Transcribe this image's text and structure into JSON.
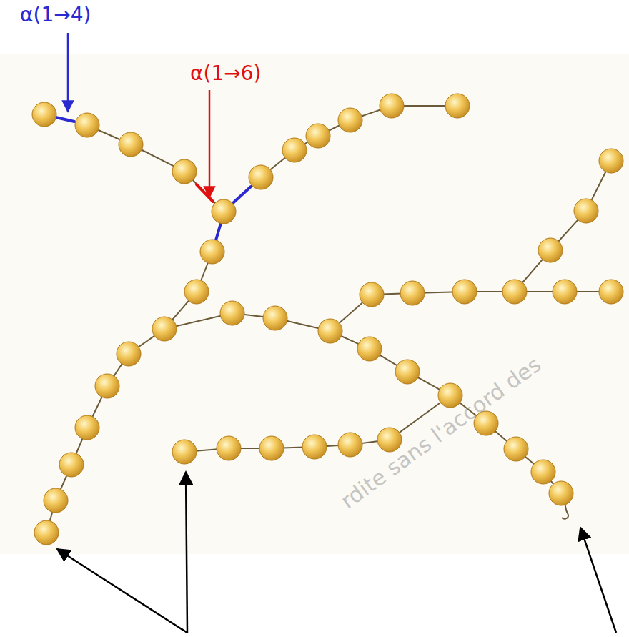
{
  "diagram": {
    "labels": [
      "α(1→4)",
      "α(1→6)",
      "rdite sans l'accord des"
    ]
  }
}
